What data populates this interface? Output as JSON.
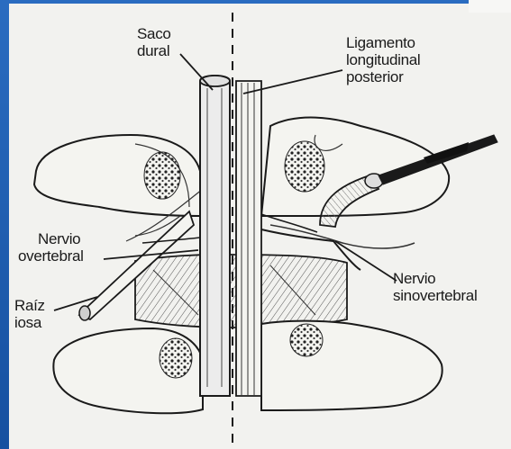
{
  "labels": {
    "saco_dural": [
      "Saco",
      "dural"
    ],
    "ligamento": [
      "Ligamento",
      "longitudinal",
      "posterior"
    ],
    "nervio_vertebral": [
      "Nervio",
      "overtebral"
    ],
    "raiz": [
      "Raíz",
      "iosa"
    ],
    "nervio_sinovertebral": [
      "Nervio",
      "sinovertebral"
    ]
  },
  "colors": {
    "background": "#1d5fae",
    "paper": "#f2f2ef",
    "ink": "#1a1a1a"
  }
}
